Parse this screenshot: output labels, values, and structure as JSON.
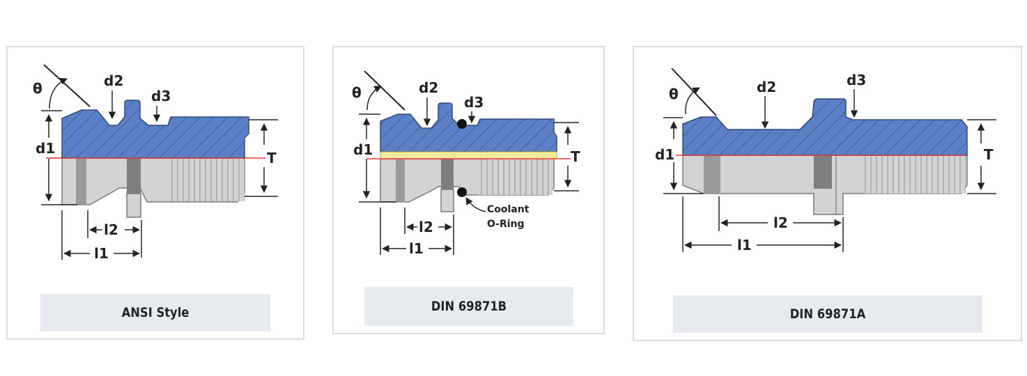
{
  "colors": {
    "blue_section": "#5b80c8",
    "steel": "#d3d3d3",
    "dark_steel": "#8a8a8a",
    "centerline": "#e53935",
    "coolant_band": "#f6ec9a",
    "caption_bg": "#e7ebef"
  },
  "cards": [
    {
      "caption": "ANSI Style",
      "labels": {
        "theta": "θ",
        "d1": "d1",
        "d2": "d2",
        "d3": "d3",
        "T": "T",
        "l1": "l1",
        "l2": "l2"
      }
    },
    {
      "caption": "DIN 69871B",
      "labels": {
        "theta": "θ",
        "d1": "d1",
        "d2": "d2",
        "d3": "d3",
        "T": "T",
        "l1": "l1",
        "l2": "l2",
        "coolant_line1": "Coolant",
        "coolant_line2": "O-Ring"
      }
    },
    {
      "caption": "DIN 69871A",
      "labels": {
        "theta": "θ",
        "d1": "d1",
        "d2": "d2",
        "d3": "d3",
        "T": "T",
        "l1": "l1",
        "l2": "l2"
      }
    }
  ]
}
